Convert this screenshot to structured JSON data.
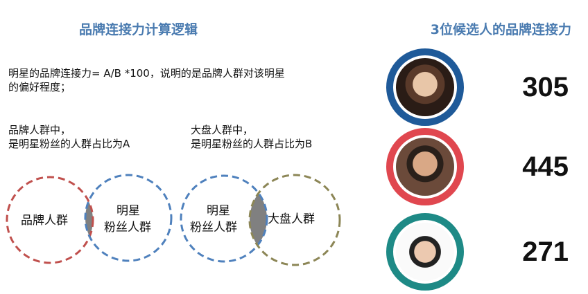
{
  "left_title": "品牌连接力计算逻辑",
  "formula_line1": "明星的品牌连接力=  A/B  *100，说明的是品牌人群对该明星",
  "formula_line2": "的偏好程度；",
  "def_a": {
    "line1": "品牌人群中，",
    "line2": "是明星粉丝的人群占比为A"
  },
  "def_b": {
    "line1": "大盘人群中，",
    "line2": "是明星粉丝的人群占比为B"
  },
  "venn_a": {
    "left": "品牌人群",
    "right1": "明星",
    "right2": "粉丝人群"
  },
  "venn_b": {
    "left1": "明星",
    "left2": "粉丝人群",
    "right": "大盘人群"
  },
  "right_title": "3位候选人的品牌连接力",
  "candidates": [
    {
      "score": "305",
      "ring_color": "#1f5a99"
    },
    {
      "score": "445",
      "ring_color": "#e0474f"
    },
    {
      "score": "271",
      "ring_color": "#1e8a86"
    }
  ]
}
